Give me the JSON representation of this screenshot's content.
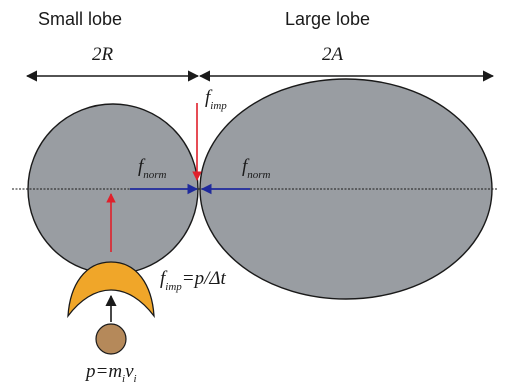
{
  "labels": {
    "small_lobe": "Small lobe",
    "large_lobe": "Large lobe",
    "small_width": "2R",
    "large_width": "2A",
    "f_imp": {
      "base": "f",
      "sub": "imp"
    },
    "f_norm_left": {
      "base": "f",
      "sub": "norm"
    },
    "f_norm_right": {
      "base": "f",
      "sub": "norm"
    },
    "impulse_eq": {
      "base": "f",
      "sub": "imp",
      "rest": "=p/Δt"
    },
    "momentum_eq": {
      "p": "p=m",
      "sub_i": "i",
      "v": "v",
      "sub_i2": "i"
    }
  },
  "colors": {
    "lobe_fill": "#999da2",
    "lobe_stroke": "#1a1a1a",
    "impulse_arrow": "#e0202b",
    "normal_force_arrow": "#1f2a9c",
    "projectile_fill": "#b5895a",
    "deflector_fill": "#f0a629",
    "axis_line": "#1a1a1a"
  }
}
